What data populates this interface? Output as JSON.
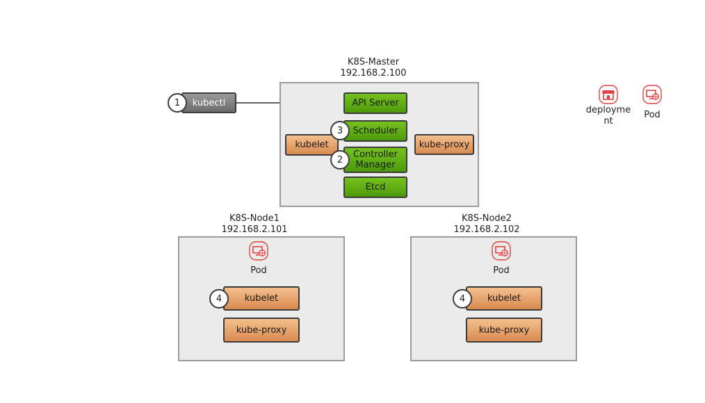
{
  "client": {
    "step": "1",
    "label": "kubectl"
  },
  "master": {
    "title": "K8S-Master",
    "ip": "192.168.2.100",
    "components": {
      "api_server": "API Server",
      "scheduler": "Scheduler",
      "controller_manager_line1": "Controller",
      "controller_manager_line2": "Manager",
      "etcd": "Etcd",
      "kubelet": "kubelet",
      "kube_proxy": "kube-proxy"
    },
    "steps": {
      "scheduler": "3",
      "controller_manager": "2"
    }
  },
  "nodes": [
    {
      "title": "K8S-Node1",
      "ip": "192.168.2.101",
      "pod_label": "Pod",
      "kubelet": "kubelet",
      "kube_proxy": "kube-proxy",
      "step": "4"
    },
    {
      "title": "K8S-Node2",
      "ip": "192.168.2.102",
      "pod_label": "Pod",
      "kubelet": "kubelet",
      "kube_proxy": "kube-proxy",
      "step": "4"
    }
  ],
  "legend": {
    "deployment_line1": "deployme",
    "deployment_line2": "nt",
    "pod": "Pod"
  },
  "colors": {
    "green": "#5aaa12",
    "orange": "#e8a46a",
    "gray": "#7d7d7d",
    "cluster_bg": "#ebebeb",
    "icon_red": "#e0413e"
  },
  "icons": {
    "deployment": "deployment-store-icon",
    "pod": "pod-globe-monitor-icon"
  }
}
